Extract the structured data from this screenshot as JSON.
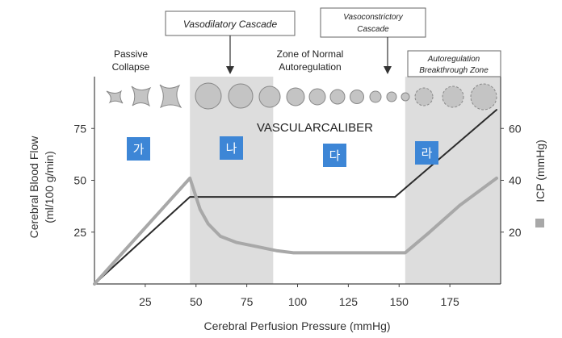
{
  "chart_data": {
    "type": "line",
    "xlabel": "Cerebral Perfusion Pressure (mmHg)",
    "ylabel_line1": "Cerebral Blood Flow",
    "ylabel_line2": "(ml/100 g/min)",
    "y2label": "ICP (mmHg)",
    "xlim": [
      0,
      200
    ],
    "ylim": [
      0,
      100
    ],
    "y2lim": [
      0,
      80
    ],
    "xticks": [
      25,
      50,
      75,
      100,
      125,
      150,
      175
    ],
    "yticks": [
      25,
      50,
      75
    ],
    "y2ticks": [
      20,
      40,
      60
    ],
    "series": [
      {
        "role": "cbf",
        "color": "#2b2b2b",
        "points": [
          [
            0,
            0
          ],
          [
            47,
            42
          ],
          [
            148,
            42
          ],
          [
            198,
            84
          ]
        ]
      },
      {
        "role": "icp",
        "color": "#a8a8a8",
        "points": [
          [
            0,
            0
          ],
          [
            47,
            51
          ],
          [
            52,
            36
          ],
          [
            56,
            29
          ],
          [
            62,
            23
          ],
          [
            70,
            20
          ],
          [
            80,
            18
          ],
          [
            90,
            16
          ],
          [
            98,
            15
          ],
          [
            145,
            15
          ],
          [
            153,
            15
          ],
          [
            165,
            25
          ],
          [
            180,
            38
          ],
          [
            198,
            51
          ]
        ]
      }
    ],
    "shaded_bands": [
      [
        47,
        88
      ],
      [
        153,
        200
      ]
    ],
    "caliber_label": "VASCULARCALIBER",
    "zones": [
      {
        "line1": "Passive",
        "line2": "Collapse"
      },
      {
        "line1": "Zone of Normal",
        "line2": "Autoregulation"
      }
    ],
    "boxes": [
      {
        "line1": "Vasodilatory Cascade",
        "line2": ""
      },
      {
        "line1": "Vasoconstrictory",
        "line2": "Cascade"
      },
      {
        "line1": "Autoregulation",
        "line2": "Breakthrough Zone"
      }
    ],
    "markers": [
      "가",
      "나",
      "다",
      "라"
    ],
    "colors": {
      "band": "#dddddd",
      "marker": "#3d86d6",
      "vessel": "#c4c4c4"
    }
  }
}
